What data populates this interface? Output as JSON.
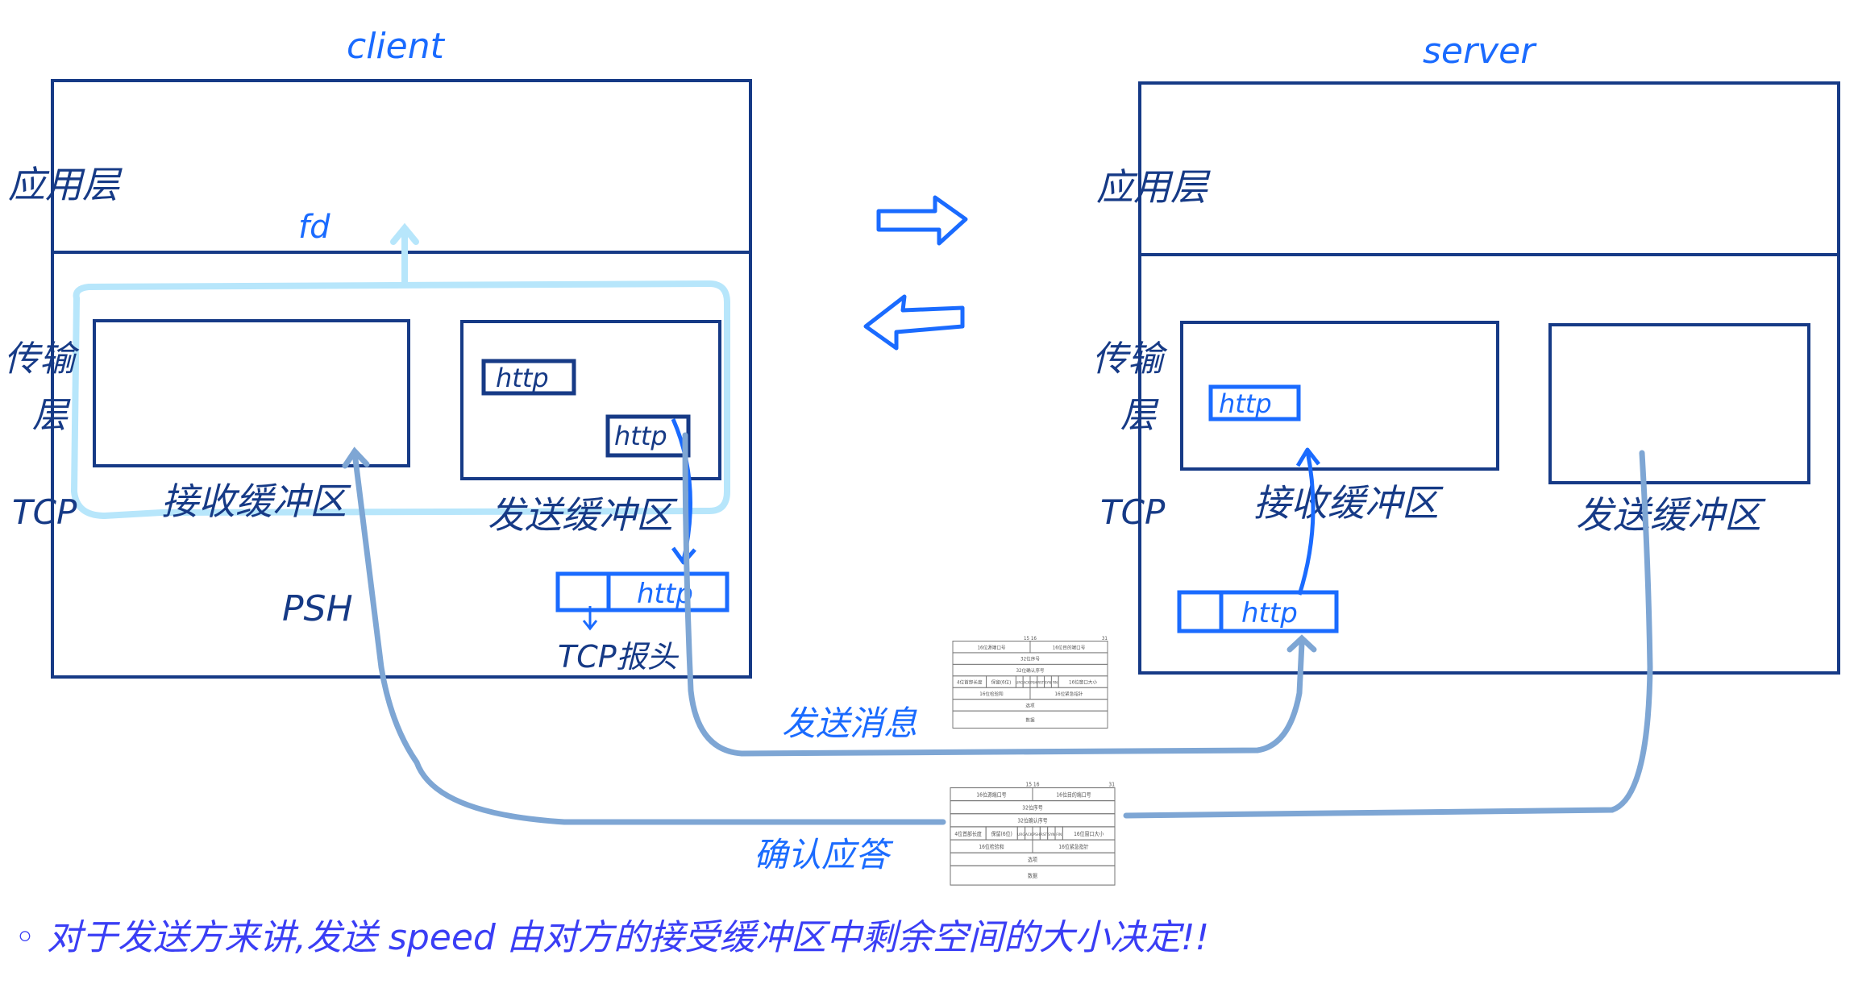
{
  "client": {
    "title": "client",
    "app_layer": "应用层",
    "transport_layer": [
      "传输",
      "层"
    ],
    "tcp": "TCP",
    "fd": "fd",
    "recv_buffer": "接收缓冲区",
    "send_buffer": "发送缓冲区",
    "send_buffer_items": [
      "http",
      "http"
    ],
    "segment_payload": "http",
    "psh": "PSH",
    "tcp_header_label": "TCP报头"
  },
  "server": {
    "title": "server",
    "app_layer": "应用层",
    "transport_layer": [
      "传输",
      "层"
    ],
    "tcp": "TCP",
    "recv_buffer": "接收缓冲区",
    "send_buffer": "发送缓冲区",
    "recv_buffer_items": [
      "http"
    ],
    "segment_payload": "http"
  },
  "flows": {
    "send_message": "发送消息",
    "ack": "确认应答"
  },
  "tcp_header_figure": {
    "top_marks": [
      "15 16",
      "31"
    ],
    "src_port": "16位源端口号",
    "dst_port": "16位目的端口号",
    "seq": "32位序号",
    "ack_seq": "32位确认序号",
    "header_len": "4位首部长度",
    "reserved": "保留(6位)",
    "flags": [
      "URG",
      "ACK",
      "PSH",
      "RST",
      "SYN",
      "FIN"
    ],
    "window": "16位窗口大小",
    "checksum": "16位检验和",
    "urgent": "16位紧急指针",
    "options": "选项",
    "data": "数据"
  },
  "note": "◦ 对于发送方来讲,发送 speed 由对方的接受缓冲区中剩余空间的大小决定!!"
}
